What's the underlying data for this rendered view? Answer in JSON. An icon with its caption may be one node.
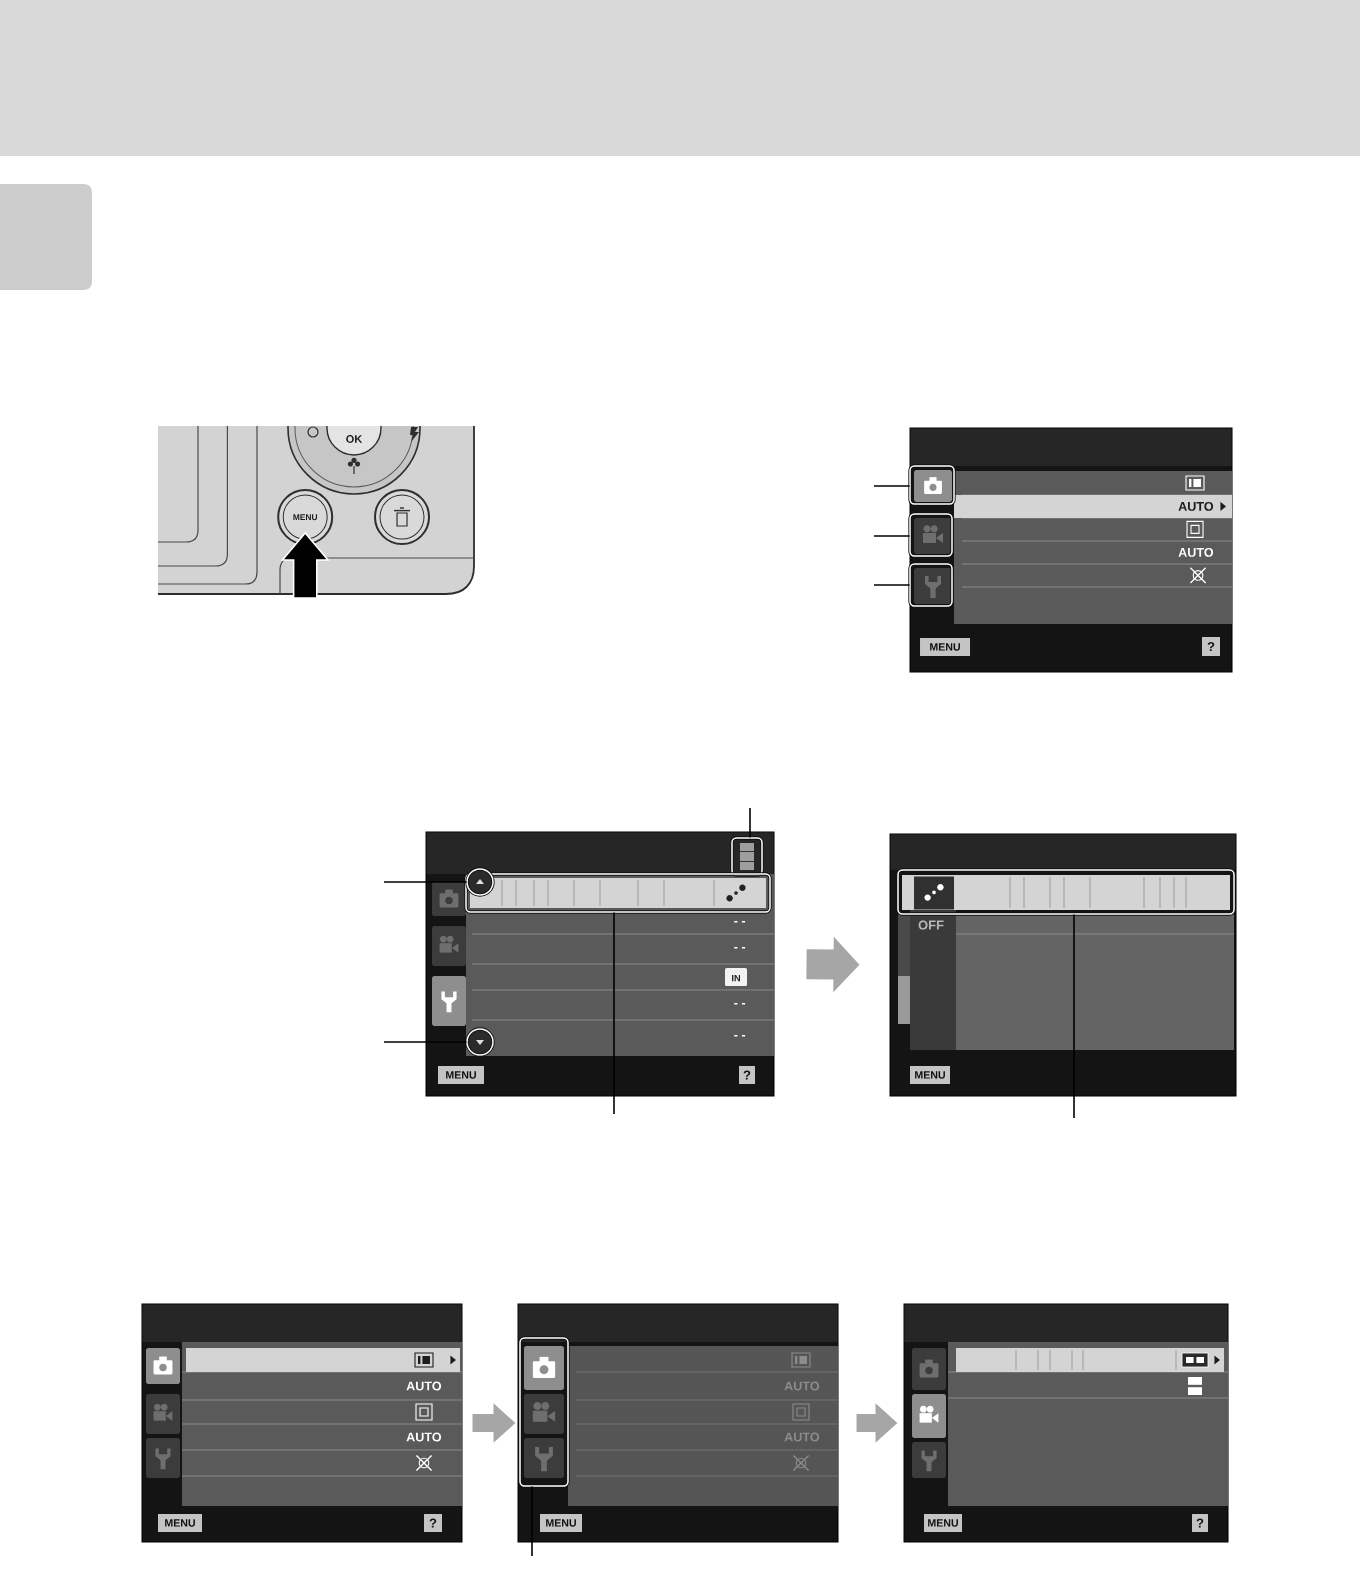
{
  "diagram": {
    "nodes": [
      {
        "text": [
          "AUTO",
          "AUTO",
          "MENU",
          "?"
        ]
      },
      {
        "text": [],
        "shape": "box",
        "in": 0
      },
      {
        "text": [],
        "shape": "box",
        "in": 0
      },
      {
        "text": [],
        "shape": "box",
        "in": 0
      },
      {
        "text": [
          "- -",
          "- -",
          "IN",
          "- -",
          "- -",
          "MENU",
          "?"
        ]
      },
      {
        "text": [],
        "shape": "box",
        "in": 4
      },
      {
        "text": [],
        "shape": "circle",
        "in": 4
      },
      {
        "text": [],
        "shape": "box",
        "in": 4
      },
      {
        "text": [],
        "shape": "circle",
        "in": 4
      },
      {
        "text": [
          "OFF",
          "MENU"
        ]
      },
      {
        "text": [],
        "shape": "box",
        "in": 9
      },
      {
        "text": [
          "AUTO",
          "AUTO",
          "MENU",
          "?"
        ]
      },
      {
        "text": [
          "AUTO",
          "AUTO",
          "MENU"
        ]
      },
      {
        "text": [],
        "shape": "box",
        "in": 12
      },
      {
        "text": [
          "MENU",
          "?"
        ]
      }
    ],
    "edges": [
      {
        "from": null,
        "to": 1,
        "arrow": "none"
      },
      {
        "from": null,
        "to": 2,
        "arrow": "none"
      },
      {
        "from": null,
        "to": 3,
        "arrow": "none"
      },
      {
        "from": null,
        "to": 5,
        "arrow": "none"
      },
      {
        "from": null,
        "to": 6,
        "arrow": "none"
      },
      {
        "from": null,
        "to": 7,
        "arrow": "none"
      },
      {
        "from": null,
        "to": 8,
        "arrow": "none"
      },
      {
        "from": null,
        "to": 10,
        "arrow": "none"
      },
      {
        "from": null,
        "to": 13,
        "arrow": "none"
      },
      {
        "from": 4,
        "to": 9,
        "arrow": "to",
        "style": "thick",
        "color": "#a6a6a6"
      },
      {
        "from": 11,
        "to": 12,
        "arrow": "to",
        "style": "thick",
        "color": "#a6a6a6"
      },
      {
        "from": 12,
        "to": 14,
        "arrow": "to",
        "style": "thick",
        "color": "#a6a6a6"
      }
    ],
    "labels": [
      "OK",
      "MENU"
    ]
  }
}
